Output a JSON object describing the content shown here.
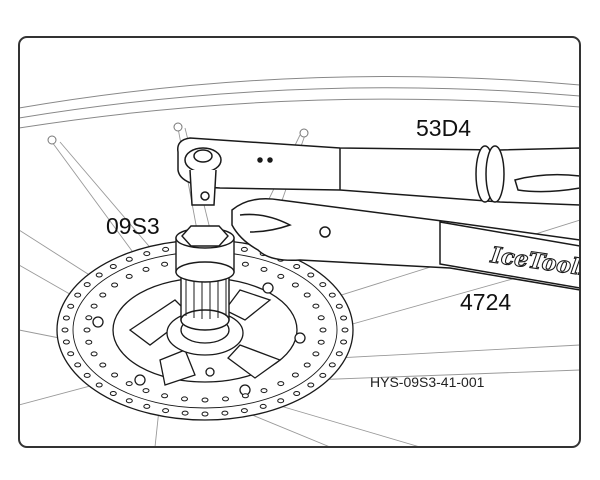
{
  "labels": {
    "torque_wrench": "53D4",
    "lockring_tool": "09S3",
    "chain_whip": "4724",
    "figure_code": "HYS-09S3-41-001",
    "brand_mark": "IceToolz"
  },
  "colors": {
    "line": "#1a1a1a",
    "frame": "#333333",
    "spoke": "#888888",
    "tool_fill": "#ffffff",
    "background": "#ffffff"
  },
  "icons": {
    "rotor": "disc-brake-rotor-icon",
    "cassette_tool": "cassette-lockring-tool-icon",
    "wrench": "torque-wrench-icon",
    "whip": "chain-whip-icon"
  }
}
